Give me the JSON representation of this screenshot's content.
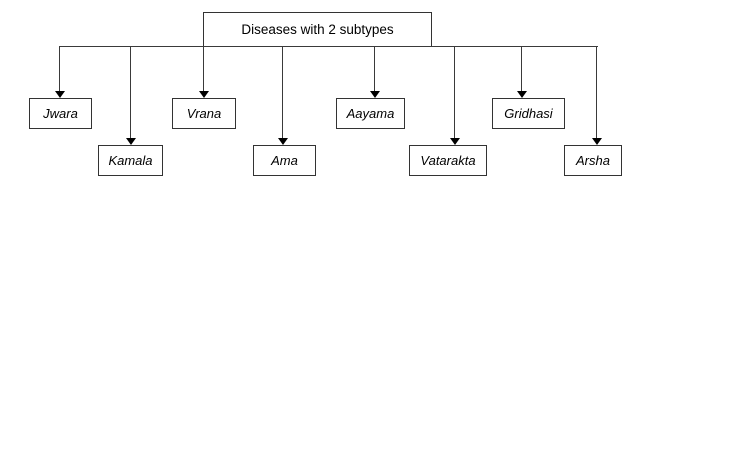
{
  "diagram": {
    "root": {
      "label": "Diseases with 2 subtypes"
    },
    "nodes": [
      {
        "label": "Jwara"
      },
      {
        "label": "Kamala"
      },
      {
        "label": "Vrana"
      },
      {
        "label": "Ama"
      },
      {
        "label": "Aayama"
      },
      {
        "label": "Vatarakta"
      },
      {
        "label": "Gridhasi"
      },
      {
        "label": "Arsha"
      }
    ],
    "colors": {
      "background": "#ffffff",
      "box_border": "#333333",
      "connector_line": "#3a3a3a",
      "arrowhead": "#000000",
      "text": "#000000"
    }
  }
}
